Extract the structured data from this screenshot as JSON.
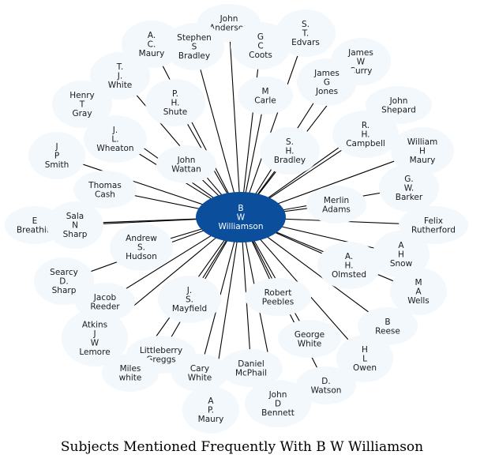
{
  "title": "Subjects Mentioned Frequently With B W Williamson",
  "colors": {
    "center_fill": "#0b4f9c",
    "center_text": "#ffffff",
    "node_fill": "#f3f8fd",
    "edge": "#000000"
  },
  "center": {
    "id": "center",
    "label": "B W Williamson",
    "lines": [
      "B",
      "W",
      "Williamson"
    ]
  },
  "nodes": [
    {
      "id": "john-anderson",
      "lines": [
        "John",
        "Anderson"
      ]
    },
    {
      "id": "a-c-maury",
      "lines": [
        "A.",
        "C.",
        "Maury"
      ]
    },
    {
      "id": "stephen-s-bradley",
      "lines": [
        "Stephen",
        "S",
        "Bradley"
      ]
    },
    {
      "id": "g-c-coots",
      "lines": [
        "G",
        "C",
        "Coots"
      ]
    },
    {
      "id": "s-t-edvars",
      "lines": [
        "S.",
        "T.",
        "Edvars"
      ]
    },
    {
      "id": "t-j-white",
      "lines": [
        "T.",
        "J.",
        "White"
      ]
    },
    {
      "id": "james-w-curry",
      "lines": [
        "James",
        "W",
        "Curry"
      ]
    },
    {
      "id": "james-g-jones",
      "lines": [
        "James",
        "G",
        "Jones"
      ]
    },
    {
      "id": "henry-t-gray",
      "lines": [
        "Henry",
        "T",
        "Gray"
      ]
    },
    {
      "id": "p-h-shute",
      "lines": [
        "P.",
        "H.",
        "Shute"
      ]
    },
    {
      "id": "m-carle",
      "lines": [
        "M",
        "Carle"
      ]
    },
    {
      "id": "john-shepard",
      "lines": [
        "John",
        "Shepard"
      ]
    },
    {
      "id": "j-l-wheaton",
      "lines": [
        "J.",
        "L.",
        "Wheaton"
      ]
    },
    {
      "id": "r-h-campbell",
      "lines": [
        "R.",
        "H.",
        "Campbell"
      ]
    },
    {
      "id": "s-h-bradley",
      "lines": [
        "S.",
        "H.",
        "Bradley"
      ]
    },
    {
      "id": "j-p-smith",
      "lines": [
        "J",
        "P",
        "Smith"
      ]
    },
    {
      "id": "william-h-maury",
      "lines": [
        "William",
        "H",
        "Maury"
      ]
    },
    {
      "id": "john-wattan",
      "lines": [
        "John",
        "Wattan"
      ]
    },
    {
      "id": "thomas-cash",
      "lines": [
        "Thomas",
        "Cash"
      ]
    },
    {
      "id": "g-w-barker",
      "lines": [
        "G.",
        "W.",
        "Barker"
      ]
    },
    {
      "id": "merlin-adams",
      "lines": [
        "Merlin",
        "Adams"
      ]
    },
    {
      "id": "e-breathitt",
      "lines": [
        "E",
        "Breathitt"
      ]
    },
    {
      "id": "sala-n-sharp",
      "lines": [
        "Sala",
        "N",
        "Sharp"
      ]
    },
    {
      "id": "felix-rutherford",
      "lines": [
        "Felix",
        "Rutherford"
      ]
    },
    {
      "id": "andrew-s-hudson",
      "lines": [
        "Andrew",
        "S.",
        "Hudson"
      ]
    },
    {
      "id": "a-h-snow",
      "lines": [
        "A",
        "H",
        "Snow"
      ]
    },
    {
      "id": "a-h-olmsted",
      "lines": [
        "A.",
        "H.",
        "Olmsted"
      ]
    },
    {
      "id": "searcy-d-sharp",
      "lines": [
        "Searcy",
        "D.",
        "Sharp"
      ]
    },
    {
      "id": "m-a-wells",
      "lines": [
        "M",
        "A",
        "Wells"
      ]
    },
    {
      "id": "j-s-mayfield",
      "lines": [
        "J.",
        "S.",
        "Mayfield"
      ]
    },
    {
      "id": "robert-peebles",
      "lines": [
        "Robert",
        "Peebles"
      ]
    },
    {
      "id": "jacob-reeder",
      "lines": [
        "Jacob",
        "Reeder"
      ]
    },
    {
      "id": "b-reese",
      "lines": [
        "B",
        "Reese"
      ]
    },
    {
      "id": "atkins-j-w-lemore",
      "lines": [
        "Atkins",
        "J",
        "W",
        "Lemore"
      ]
    },
    {
      "id": "george-white",
      "lines": [
        "George",
        "White"
      ]
    },
    {
      "id": "littleberry-greggs",
      "lines": [
        "Littleberry",
        "Greggs"
      ]
    },
    {
      "id": "h-l-owen",
      "lines": [
        "H",
        "L",
        "Owen"
      ]
    },
    {
      "id": "miles-white",
      "lines": [
        "Miles",
        "white"
      ]
    },
    {
      "id": "cary-white",
      "lines": [
        "Cary",
        "White"
      ]
    },
    {
      "id": "daniel-mcphail",
      "lines": [
        "Daniel",
        "McPhail"
      ]
    },
    {
      "id": "d-watson",
      "lines": [
        "D.",
        "Watson"
      ]
    },
    {
      "id": "john-d-bennett",
      "lines": [
        "John",
        "D",
        "Bennett"
      ]
    },
    {
      "id": "a-p-maury",
      "lines": [
        "A",
        "P.",
        "Maury"
      ]
    }
  ],
  "edges": [
    [
      "center",
      "john-anderson"
    ],
    [
      "center",
      "a-c-maury"
    ],
    [
      "center",
      "stephen-s-bradley"
    ],
    [
      "center",
      "g-c-coots"
    ],
    [
      "center",
      "s-t-edvars"
    ],
    [
      "center",
      "t-j-white"
    ],
    [
      "center",
      "james-w-curry"
    ],
    [
      "center",
      "james-g-jones"
    ],
    [
      "center",
      "henry-t-gray"
    ],
    [
      "center",
      "p-h-shute"
    ],
    [
      "center",
      "m-carle"
    ],
    [
      "center",
      "john-shepard"
    ],
    [
      "center",
      "j-l-wheaton"
    ],
    [
      "center",
      "r-h-campbell"
    ],
    [
      "center",
      "s-h-bradley"
    ],
    [
      "center",
      "j-p-smith"
    ],
    [
      "center",
      "william-h-maury"
    ],
    [
      "center",
      "john-wattan"
    ],
    [
      "center",
      "thomas-cash"
    ],
    [
      "center",
      "g-w-barker"
    ],
    [
      "center",
      "merlin-adams"
    ],
    [
      "center",
      "e-breathitt"
    ],
    [
      "center",
      "sala-n-sharp"
    ],
    [
      "center",
      "felix-rutherford"
    ],
    [
      "center",
      "andrew-s-hudson"
    ],
    [
      "center",
      "a-h-snow"
    ],
    [
      "center",
      "a-h-olmsted"
    ],
    [
      "center",
      "searcy-d-sharp"
    ],
    [
      "center",
      "m-a-wells"
    ],
    [
      "center",
      "j-s-mayfield"
    ],
    [
      "center",
      "robert-peebles"
    ],
    [
      "center",
      "jacob-reeder"
    ],
    [
      "center",
      "b-reese"
    ],
    [
      "center",
      "atkins-j-w-lemore"
    ],
    [
      "center",
      "george-white"
    ],
    [
      "center",
      "littleberry-greggs"
    ],
    [
      "center",
      "h-l-owen"
    ],
    [
      "center",
      "miles-white"
    ],
    [
      "center",
      "cary-white"
    ],
    [
      "center",
      "daniel-mcphail"
    ],
    [
      "center",
      "d-watson"
    ],
    [
      "center",
      "john-d-bennett"
    ],
    [
      "center",
      "a-p-maury"
    ]
  ]
}
